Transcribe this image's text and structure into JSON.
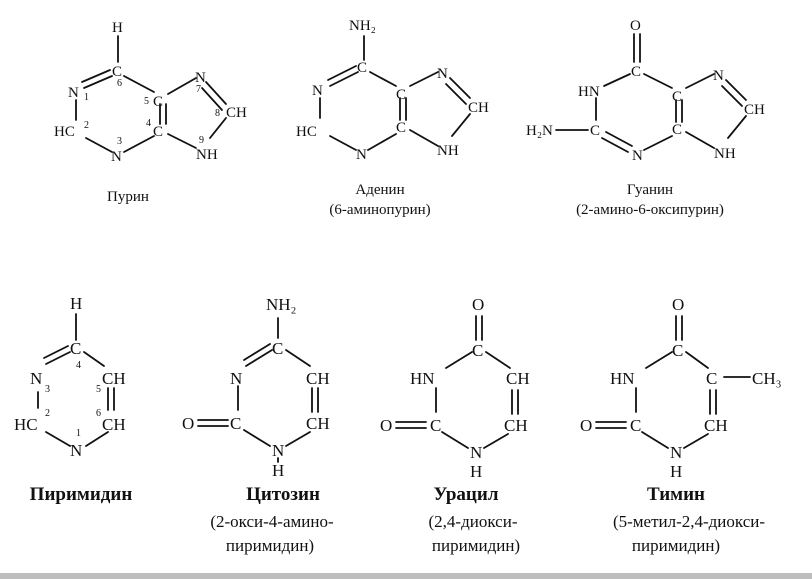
{
  "purines": {
    "purine": {
      "name": "Пурин",
      "atoms": {
        "h_top": "H",
        "c6": "C",
        "n1": "N",
        "c5": "C",
        "n7": "N",
        "c8h": "CH",
        "hc2": "HC",
        "c4": "C",
        "n3": "N",
        "n9h": "NH"
      },
      "numbers": {
        "n1": "1",
        "n2": "2",
        "n3": "3",
        "n4": "4",
        "n5": "5",
        "n6": "6",
        "n7": "7",
        "n8": "8",
        "n9": "9"
      }
    },
    "adenine": {
      "name": "Аденин",
      "subtitle": "(6-аминопурин)",
      "atoms": {
        "nh2": "NH₂",
        "c6": "C",
        "n1": "N",
        "c5": "C",
        "n7": "N",
        "c8h": "CH",
        "hc2": "HC",
        "c4": "C",
        "n3": "N",
        "n9h": "NH"
      }
    },
    "guanine": {
      "name": "Гуанин",
      "subtitle": "(2-амино-6-оксипурин)",
      "atoms": {
        "o": "O",
        "hn1": "HN",
        "c6": "C",
        "c5": "C",
        "n7": "N",
        "c8h": "CH",
        "h2n": "H₂N",
        "c2": "C",
        "c4": "C",
        "n3": "N",
        "n9h": "NH"
      }
    }
  },
  "pyrimidines": {
    "pyrimidine": {
      "name": "Пиримидин",
      "atoms": {
        "h_top": "H",
        "c4": "C",
        "n3": "N",
        "c5h": "CH",
        "hc2": "HC",
        "c6h": "CH",
        "n1": "N"
      },
      "numbers": {
        "n1": "1",
        "n2": "2",
        "n3": "3",
        "n4": "4",
        "n5": "5",
        "n6": "6"
      }
    },
    "cytosine": {
      "name": "Цитозин",
      "subtitle_line1": "(2-окси-4-амино-",
      "subtitle_line2": "пиримидин)",
      "atoms": {
        "nh2": "NH₂",
        "c4": "C",
        "n3": "N",
        "c5h": "CH",
        "o": "O",
        "c2": "C",
        "c6h": "CH",
        "n1": "N",
        "h": "H"
      }
    },
    "uracil": {
      "name": "Урацил",
      "subtitle_line1": "(2,4-диокси-",
      "subtitle_line2": "пиримидин)",
      "atoms": {
        "o_top": "O",
        "c4": "C",
        "hn3": "HN",
        "c5h": "CH",
        "o_left": "O",
        "c2": "C",
        "c6h": "CH",
        "n1": "N",
        "h": "H"
      }
    },
    "thymine": {
      "name": "Тимин",
      "subtitle_line1": "(5-метил-2,4-диокси-",
      "subtitle_line2": "пиримидин)",
      "atoms": {
        "o_top": "O",
        "c4": "C",
        "hn3": "HN",
        "c5": "C",
        "ch3": "CH₃",
        "o_left": "O",
        "c2": "C",
        "c6h": "CH",
        "n1": "N",
        "h": "H"
      }
    }
  }
}
